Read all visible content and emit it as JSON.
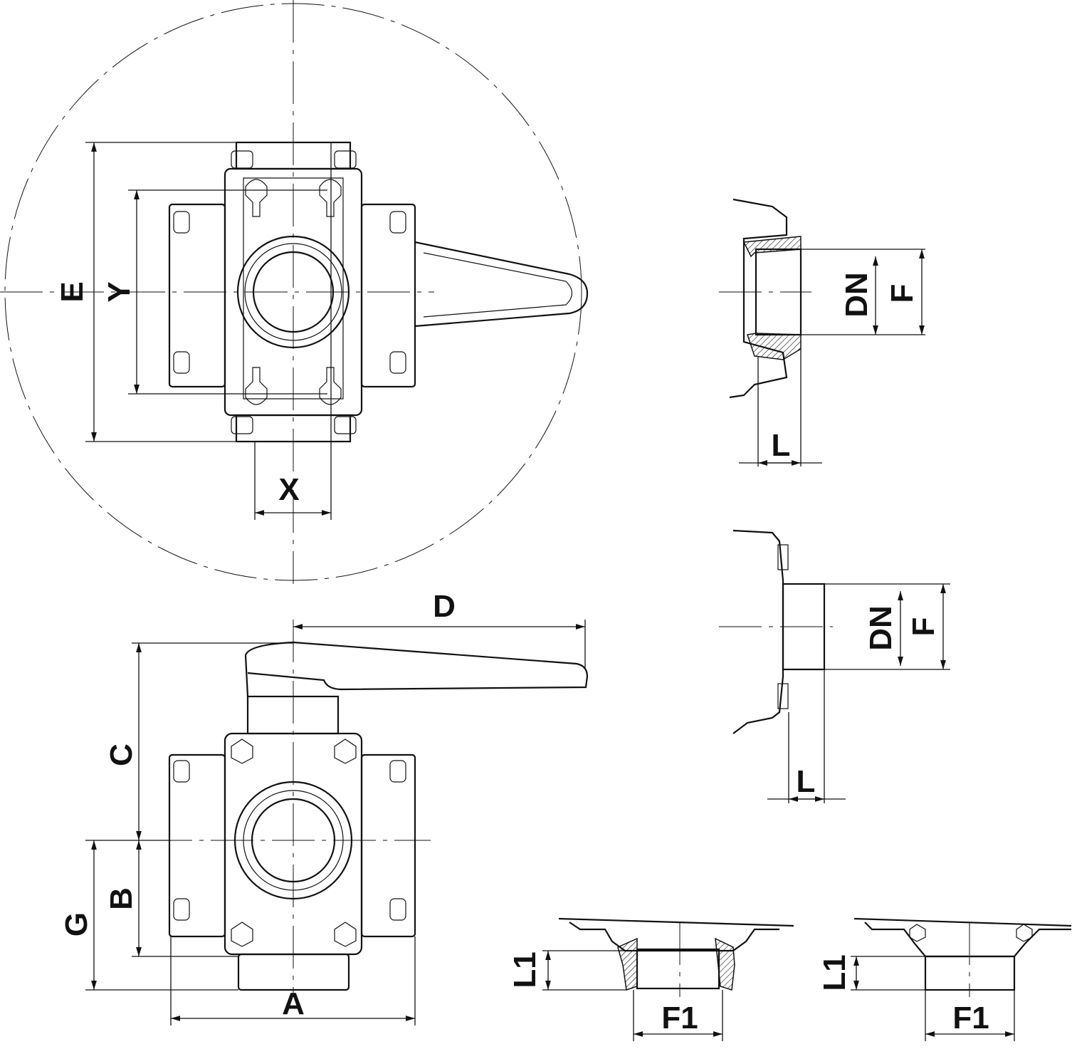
{
  "drawing": {
    "title": "Three-way ball valve dimension drawing",
    "top_view": {
      "labels": {
        "E": "E",
        "Y": "Y",
        "X": "X"
      }
    },
    "front_view": {
      "labels": {
        "D": "D",
        "C": "C",
        "B": "B",
        "G": "G",
        "A": "A"
      }
    },
    "section_1": {
      "labels": {
        "DN": "DN",
        "F": "F",
        "L": "L"
      }
    },
    "section_2": {
      "labels": {
        "DN": "DN",
        "F": "F",
        "L": "L"
      }
    },
    "detail_1": {
      "labels": {
        "L1": "L1",
        "F1": "F1"
      }
    },
    "detail_2": {
      "labels": {
        "L1": "L1",
        "F1": "F1"
      }
    }
  }
}
